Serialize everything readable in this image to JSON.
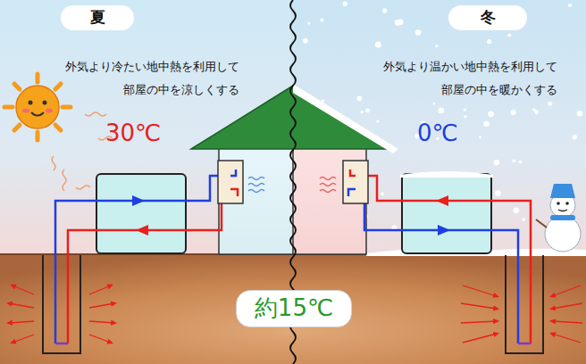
{
  "diagram": {
    "nodes": [
      {
        "text": [
          "夏"
        ]
      },
      {
        "text": [
          "冬"
        ]
      },
      {
        "text": [
          "約15℃"
        ]
      }
    ],
    "labels": [
      "外気より冷たい地中熱を利用して 部屋の中を涼しくする",
      "30℃",
      "外気より温かい地中熱を利用して 部屋の中を暖かくする",
      "0℃"
    ]
  }
}
